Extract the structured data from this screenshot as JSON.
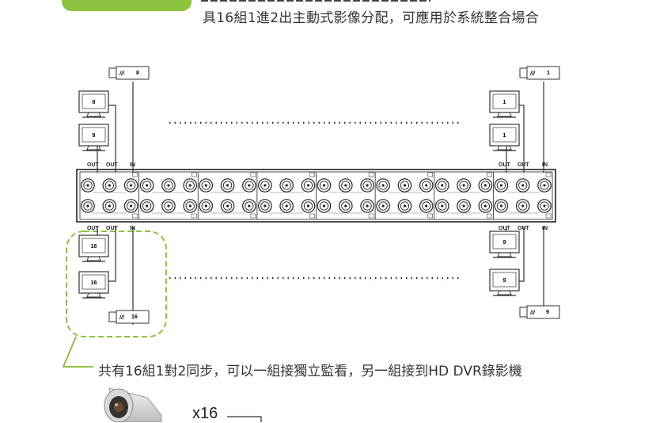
{
  "header": {
    "subtitle": "具16組1進2出主動式影像分配，可應用於系統整合場合"
  },
  "diagram": {
    "top_left_camera": "8",
    "top_left_monitors": [
      "8",
      "8"
    ],
    "top_right_camera": "1",
    "top_right_monitors": [
      "1",
      "1"
    ],
    "bottom_left_monitors": [
      "16",
      "16"
    ],
    "bottom_left_camera": "16",
    "bottom_right_monitors": [
      "9",
      "9"
    ],
    "bottom_right_camera": "9",
    "port_labels": {
      "out": "OUT",
      "in": "IN"
    }
  },
  "caption": "共有16組1對2同步，可以一組接獨立監看，另一組接到HD DVR錄影機",
  "quantity_label": "x16",
  "colors": {
    "accent_green": "#8cc43f",
    "line": "#333333",
    "dash_green": "#8cc43f"
  }
}
